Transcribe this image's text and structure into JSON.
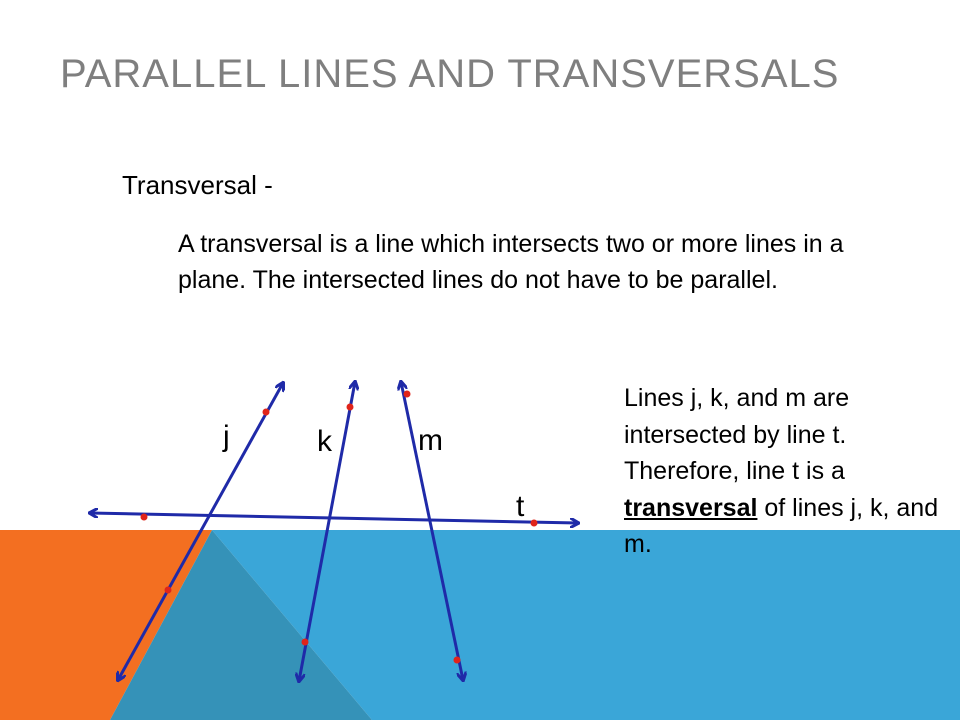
{
  "title": "PARALLEL LINES AND TRANSVERSALS",
  "term": "Transversal -",
  "definition": "A transversal is a line which intersects two or more lines in a plane.  The intersected lines do not have to be parallel.",
  "note": {
    "before": "Lines j, k, and m are intersected by line t. Therefore, line t is a",
    "keyword": "transversal",
    "after": "of lines j, k, and m."
  },
  "figure": {
    "labels": {
      "j": "j",
      "k": "k",
      "m": "m",
      "t": "t"
    }
  },
  "colors": {
    "title": "#7f7f7f",
    "line": "#1f2aa8",
    "point": "#e0241a",
    "accent_orange": "#f36f21",
    "accent_blue": "#3aa6d8",
    "accent_dark": "#3592b8"
  }
}
